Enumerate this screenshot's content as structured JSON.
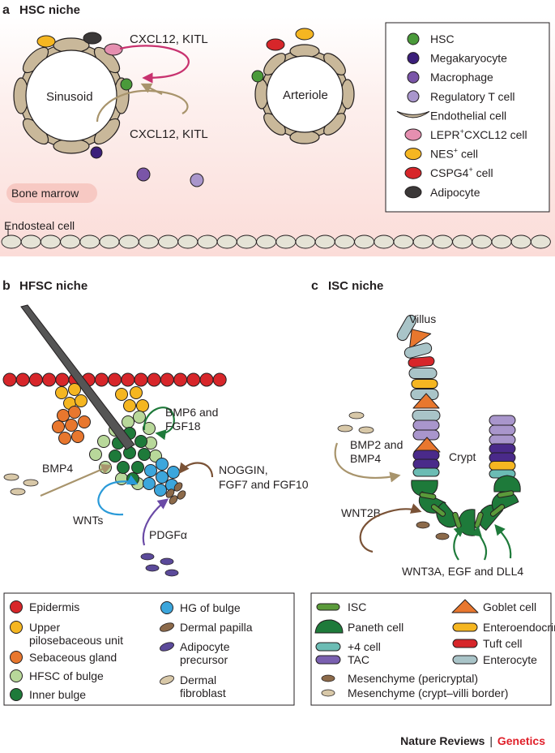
{
  "panel_a": {
    "letter": "a",
    "title": "HSC niche",
    "sinusoid": "Sinusoid",
    "arteriole": "Arteriole",
    "signal_top": "CXCL12, KITL",
    "signal_bottom": "CXCL12, KITL",
    "bone_marrow": "Bone marrow",
    "endosteal": "Endosteal cell",
    "legend": [
      {
        "label": "HSC",
        "color": "#4a9a3a",
        "icon": "round-cell"
      },
      {
        "label": "Megakaryocyte",
        "color": "#3b1f7a",
        "icon": "round-cell"
      },
      {
        "label": "Macrophage",
        "color": "#7a55a8",
        "icon": "round-cell"
      },
      {
        "label": "Regulatory T cell",
        "color": "#a996cc",
        "icon": "round-cell"
      },
      {
        "label": "Endothelial cell",
        "color": "#c8b89c",
        "icon": "crescent-cell"
      },
      {
        "label_main": "LEPR",
        "label_sup": "+",
        "label_rest": "CXCL12 cell",
        "color": "#e58fb0",
        "icon": "oval-cell"
      },
      {
        "label_main": "NES",
        "label_sup": "+",
        "label_rest": " cell",
        "color": "#f5b621",
        "icon": "oval-cell"
      },
      {
        "label_main": "CSPG4",
        "label_sup": "+",
        "label_rest": " cell",
        "color": "#d7262a",
        "icon": "oval-cell"
      },
      {
        "label": "Adipocyte",
        "color": "#3b3838",
        "icon": "oval-cell"
      }
    ]
  },
  "panel_b": {
    "letter": "b",
    "title": "HFSC niche",
    "bmp6": "BMP6 and",
    "fgf18": "FGF18",
    "bmp4": "BMP4",
    "noggin": "NOGGIN,",
    "fgf7": "FGF7 and FGF10",
    "wnts": "WNTs",
    "pdgf": "PDGFα",
    "legend_left": [
      {
        "label": "Epidermis",
        "color": "#d7262a"
      },
      {
        "label": "Upper",
        "label2": "pilosebaceous unit",
        "color": "#f5b621"
      },
      {
        "label": "Sebaceous gland",
        "color": "#e8772e"
      },
      {
        "label": "HFSC of bulge",
        "color": "#b8d89a"
      },
      {
        "label": "Inner bulge",
        "color": "#1e7a3a"
      }
    ],
    "legend_right": [
      {
        "label": "HG of bulge",
        "color": "#3ca6dc"
      },
      {
        "label": "Dermal papilla",
        "color": "#8c6a4a"
      },
      {
        "label": "Adipocyte",
        "label2": "precursor",
        "color": "#5b4a9a"
      },
      {
        "label": "Dermal",
        "label2": "fibroblast",
        "color": "#d8c8a8"
      }
    ]
  },
  "panel_c": {
    "letter": "c",
    "title": "ISC niche",
    "villus": "Villus",
    "crypt": "Crypt",
    "bmp2": "BMP2 and",
    "bmp4": "BMP4",
    "wnt2b": "WNT2B",
    "wnt3a": "WNT3A, EGF and DLL4",
    "legend_left": [
      {
        "label": "ISC",
        "color": "#5a9a3a"
      },
      {
        "label": "Paneth cell",
        "color": "#1e7a3a"
      },
      {
        "label": "+4 cell",
        "color": "#6bbcb4"
      },
      {
        "label": "TAC",
        "color": "#7a60b0"
      },
      {
        "label": "Mesenchyme (pericryptal)",
        "color": "#8c6a4a"
      },
      {
        "label": "Mesenchyme (crypt–villi border)",
        "color": "#d8c8a8"
      }
    ],
    "legend_right": [
      {
        "label": "Goblet cell",
        "color": "#e8772e"
      },
      {
        "label": "Enteroendocrine",
        "color": "#f5b621"
      },
      {
        "label": "Tuft cell",
        "color": "#d7262a"
      },
      {
        "label": "Enterocyte",
        "color": "#a9c4c8"
      }
    ]
  },
  "credit": {
    "journal_prefix": "Nature Reviews",
    "separator": "|",
    "journal_name": "Genetics"
  }
}
